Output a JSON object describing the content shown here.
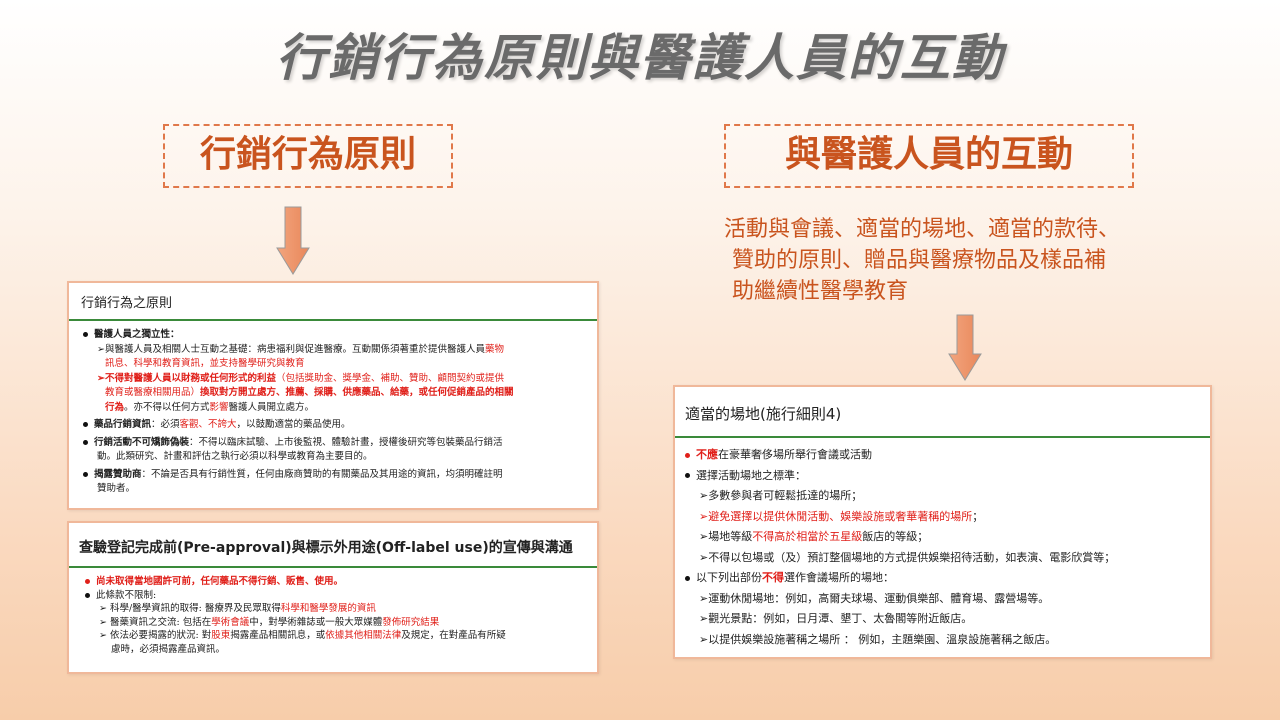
{
  "title": "行銷行為原則與醫護人員的互動",
  "left_box": {
    "label": "行銷行為原則"
  },
  "right_box": {
    "label": "與醫護人員的互動"
  },
  "right_text": {
    "line1": "活動與會議、適當的場地、適當的款待、",
    "line2": "贊助的原則、贈品與醫療物品及樣品補",
    "line3": "助繼續性醫學教育"
  },
  "card1": {
    "heading": "行銷行為之原則",
    "b1_title": "醫護人員之獨立性：",
    "b1_s1a": "➢與醫護人員及相關人士互動之基礎：病患福利與促進醫療。互動關係須著重於提供醫護人員",
    "b1_s1b": "藥物",
    "b1_s1c": "訊息、科學和教育資訊，並支持醫學研究與教育",
    "b1_s2a": "➢不得對醫護人員以財務或任何形式的利益",
    "b1_s2b": "（包括獎助金、獎學金、補助、贊助、顧問契約或提供",
    "b1_s2c": "教育或醫療相關用品）",
    "b1_s2d": "換取對方開立處方、推薦、採購、供應藥品、給藥，或任何促銷產品的相關",
    "b1_s2e": "行為",
    "b1_s2f": "。亦不得以任何方式",
    "b1_s2g": "影響",
    "b1_s2h": "醫護人員開立處方。",
    "b2_title": "藥品行銷資訊",
    "b2_a": "：必須",
    "b2_b": "客觀、不誇大",
    "b2_c": "，以鼓勵適當的藥品使用。",
    "b3_title": "行銷活動不可矯飾偽裝",
    "b3_a": "：不得以臨床試驗、上市後監視、體驗計畫，授權後研究等包裝藥品行銷活",
    "b3_b": "動。此類研究、計畫和評估之執行必須以科學或教育為主要目的。",
    "b4_title": "揭露贊助商",
    "b4_a": "：不論是否具有行銷性質，任何由廠商贊助的有關藥品及其用途的資訊，均須明確註明",
    "b4_b": "贊助者。"
  },
  "card2": {
    "heading": "查驗登記完成前(Pre-approval)與標示外用途(Off-label use)的宣傳與溝通",
    "b1": "尚未取得當地國許可前，任何藥品不得行銷、販售、使用。",
    "b2": "此條款不限制:",
    "s1a": "➢ 科學/醫學資訊的取得: 醫療界及民眾取得",
    "s1b": "科學和醫學發展的資訊",
    "s2a": "➢ 醫藥資訊之交流: 包括在",
    "s2b": "學術會議",
    "s2c": "中，對學術雜誌或一般大眾媒體",
    "s2d": "發佈研究結果",
    "s3a": "➢ 依法必要揭露的狀況: 對",
    "s3b": "股東",
    "s3c": "揭露產品相關訊息，或",
    "s3d": "依據其他相關法律",
    "s3e": "及規定，在對產品有所疑",
    "s3f": "慮時，必須揭露產品資訊。"
  },
  "card3": {
    "heading": "適當的場地(施行細則4)",
    "b1a": "不應",
    "b1b": "在豪華奢侈場所舉行會議或活動",
    "b2": "選擇活動場地之標準：",
    "s1": "➢多數參與者可輕鬆抵達的場所；",
    "s2": "➢避免選擇以提供休閒活動、娛樂設施或奢華著稱的場所",
    "s2end": "；",
    "s3a": "➢場地等級",
    "s3b": "不得高於相當於五星級",
    "s3c": "飯店的等級；",
    "s4": "➢不得以包場或（及）預訂整個場地的方式提供娛樂招待活動，如表演、電影欣賞等；",
    "b3a": "以下列出部份",
    "b3b": "不得",
    "b3c": "選作會議場所的場地：",
    "s5": "➢運動休閒場地：例如，高爾夫球場、運動俱樂部、體育場、露營場等。",
    "s6": "➢觀光景點：例如，日月潭、墾丁、太魯閣等附近飯店。",
    "s7": "➢以提供娛樂設施著稱之場所 ： 例如，主題樂園、溫泉設施著稱之飯店。"
  },
  "colors": {
    "accent": "#c9541e",
    "red": "#e0201a",
    "green_rule": "#3a8a3a"
  }
}
